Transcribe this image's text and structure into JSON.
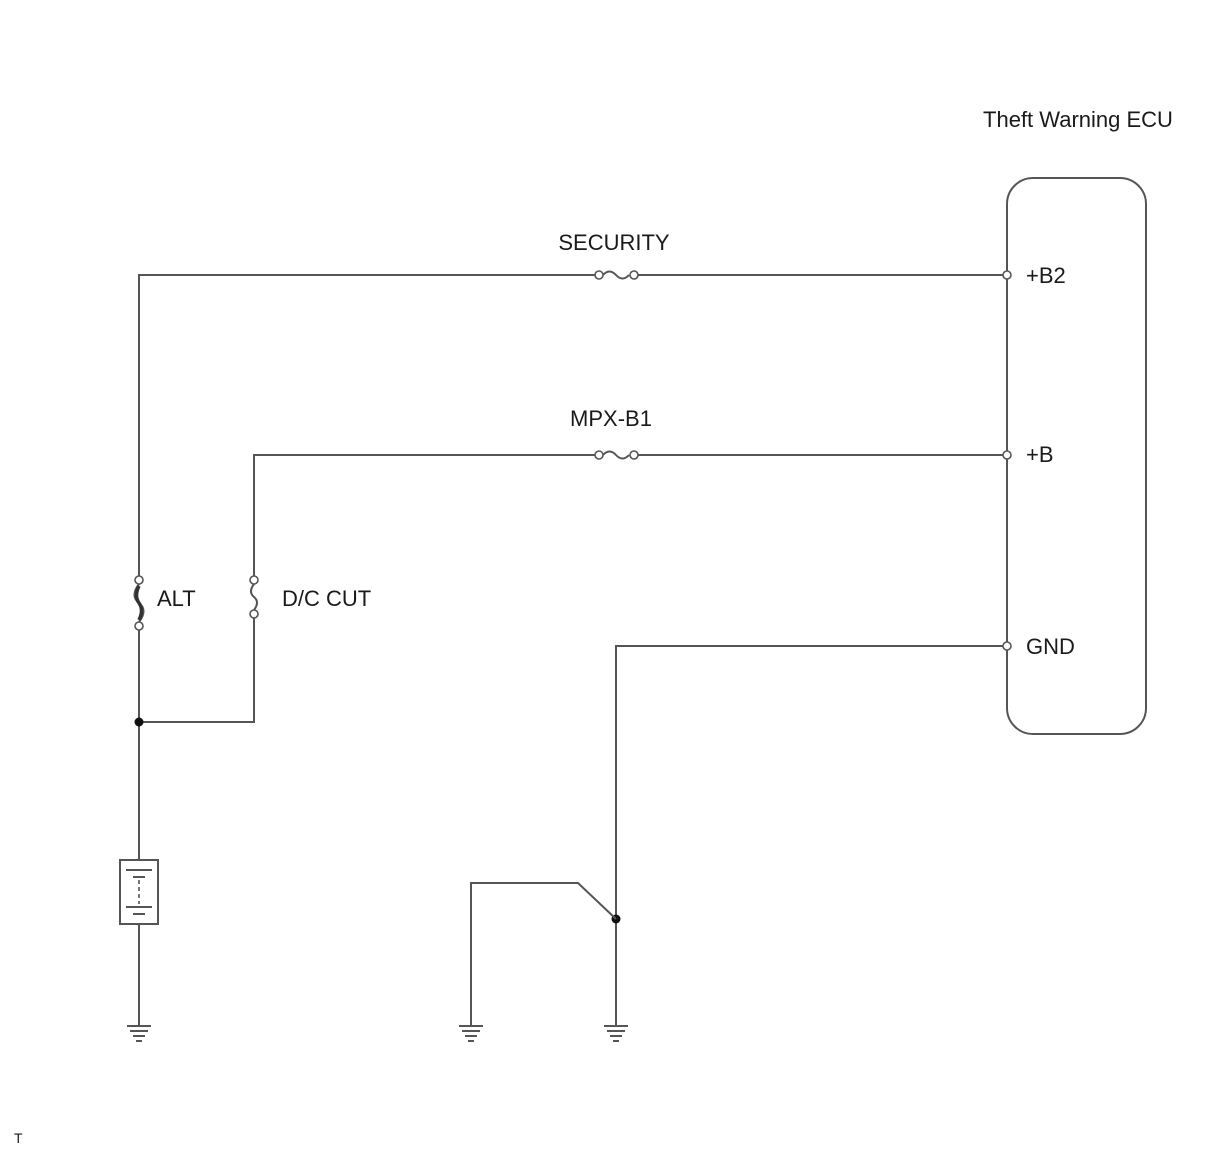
{
  "ecu": {
    "name": "Theft Warning ECU",
    "pins": {
      "b2": "+B2",
      "b": "+B",
      "gnd": "GND"
    }
  },
  "fuses": {
    "security": "SECURITY",
    "mpx_b1": "MPX-B1",
    "alt": "ALT",
    "dc_cut": "D/C CUT"
  },
  "corner_mark": "T",
  "colors": {
    "wire": "#555555",
    "text": "#1a1a1a"
  }
}
